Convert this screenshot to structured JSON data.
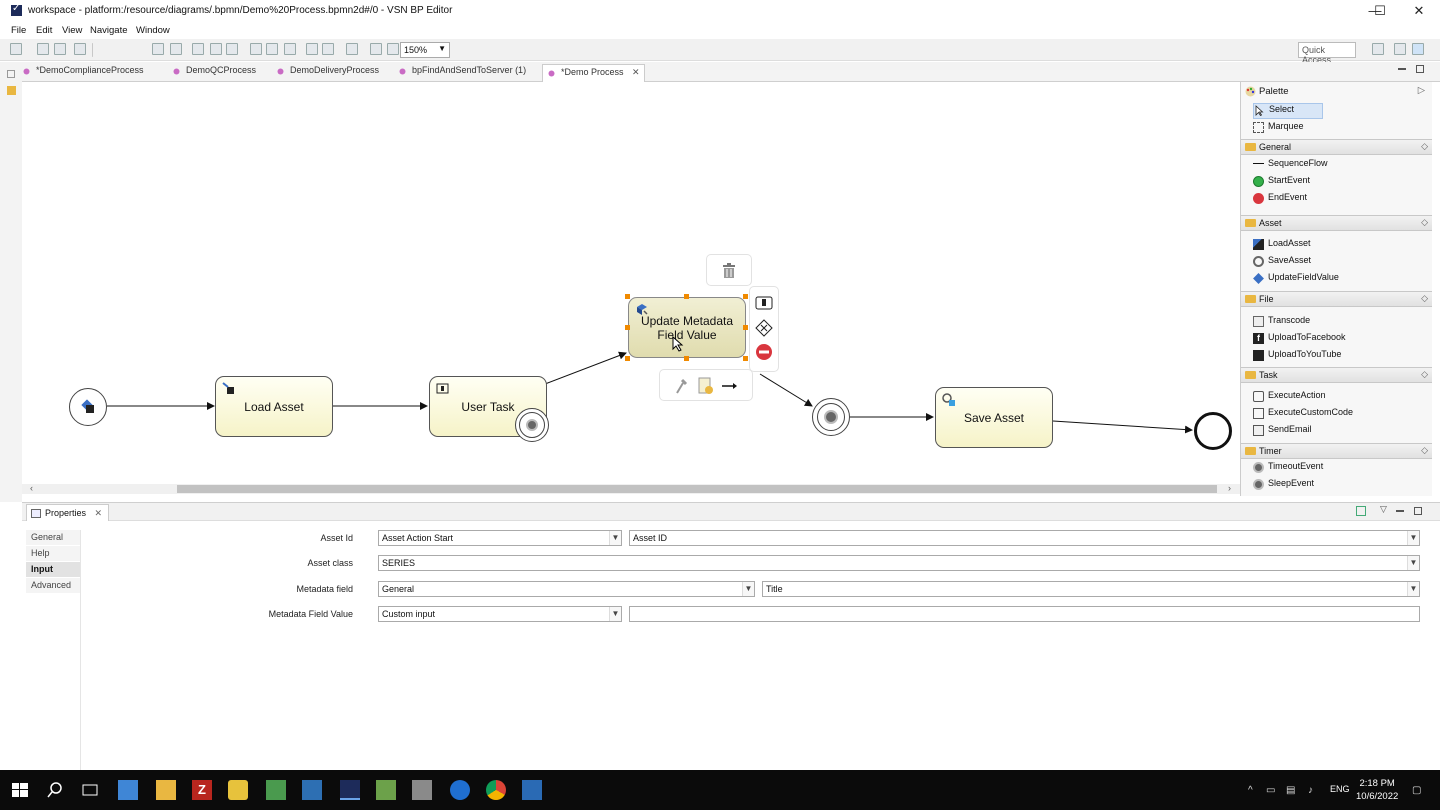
{
  "window": {
    "title": "workspace - platform:/resource/diagrams/.bpmn/Demo%20Process.bpmn2d#/0 - VSN BP Editor",
    "minimize": "—",
    "maximize": "☐",
    "close": "✕"
  },
  "menu": [
    "File",
    "Edit",
    "View",
    "Navigate",
    "Window"
  ],
  "toolbar": {
    "zoom": "150%",
    "quick_access": "Quick Access"
  },
  "tabs": [
    {
      "label": "*DemoComplianceProcess"
    },
    {
      "label": "DemoQCProcess"
    },
    {
      "label": "DemoDeliveryProcess"
    },
    {
      "label": "bpFindAndSendToServer (1)"
    },
    {
      "label": "*Demo Process",
      "active": true
    }
  ],
  "diagram": {
    "tasks": {
      "load_asset": "Load Asset",
      "user_task": "User Task",
      "update_metadata_line1": "Update Metadata",
      "update_metadata_line2": "Field Value",
      "save_asset": "Save Asset"
    }
  },
  "palette": {
    "title": "Palette",
    "tools": [
      "Select",
      "Marquee"
    ],
    "drawers": [
      {
        "name": "General",
        "items": [
          "SequenceFlow",
          "StartEvent",
          "EndEvent"
        ]
      },
      {
        "name": "Asset",
        "items": [
          "LoadAsset",
          "SaveAsset",
          "UpdateFieldValue"
        ]
      },
      {
        "name": "File",
        "items": [
          "Transcode",
          "UploadToFacebook",
          "UploadToYouTube"
        ]
      },
      {
        "name": "Task",
        "items": [
          "ExecuteAction",
          "ExecuteCustomCode",
          "SendEmail"
        ]
      },
      {
        "name": "Timer",
        "items": [
          "TimeoutEvent",
          "SleepEvent"
        ]
      }
    ]
  },
  "properties": {
    "title": "Properties",
    "sections": [
      "General",
      "Help",
      "Input",
      "Advanced"
    ],
    "active_section": "Input",
    "fields": {
      "asset_id_label": "Asset Id",
      "asset_id_value": "Asset Action Start",
      "asset_id_value2": "Asset ID",
      "asset_class_label": "Asset class",
      "asset_class_value": "SERIES",
      "metadata_field_label": "Metadata field",
      "metadata_field_value": "General",
      "metadata_field_value2": "Title",
      "metadata_field_value_label": "Metadata Field Value",
      "metadata_field_value_value": "Custom input",
      "metadata_field_value_input": ""
    }
  },
  "taskbar": {
    "time": "2:18 PM",
    "date": "10/6/2022",
    "lang": "ENG"
  },
  "colors": {
    "task_fill": "#f6f3c8",
    "selection_handle": "#f08a00",
    "palette_bg": "#f7f7f7",
    "taskbar": "#0b0b0b"
  }
}
